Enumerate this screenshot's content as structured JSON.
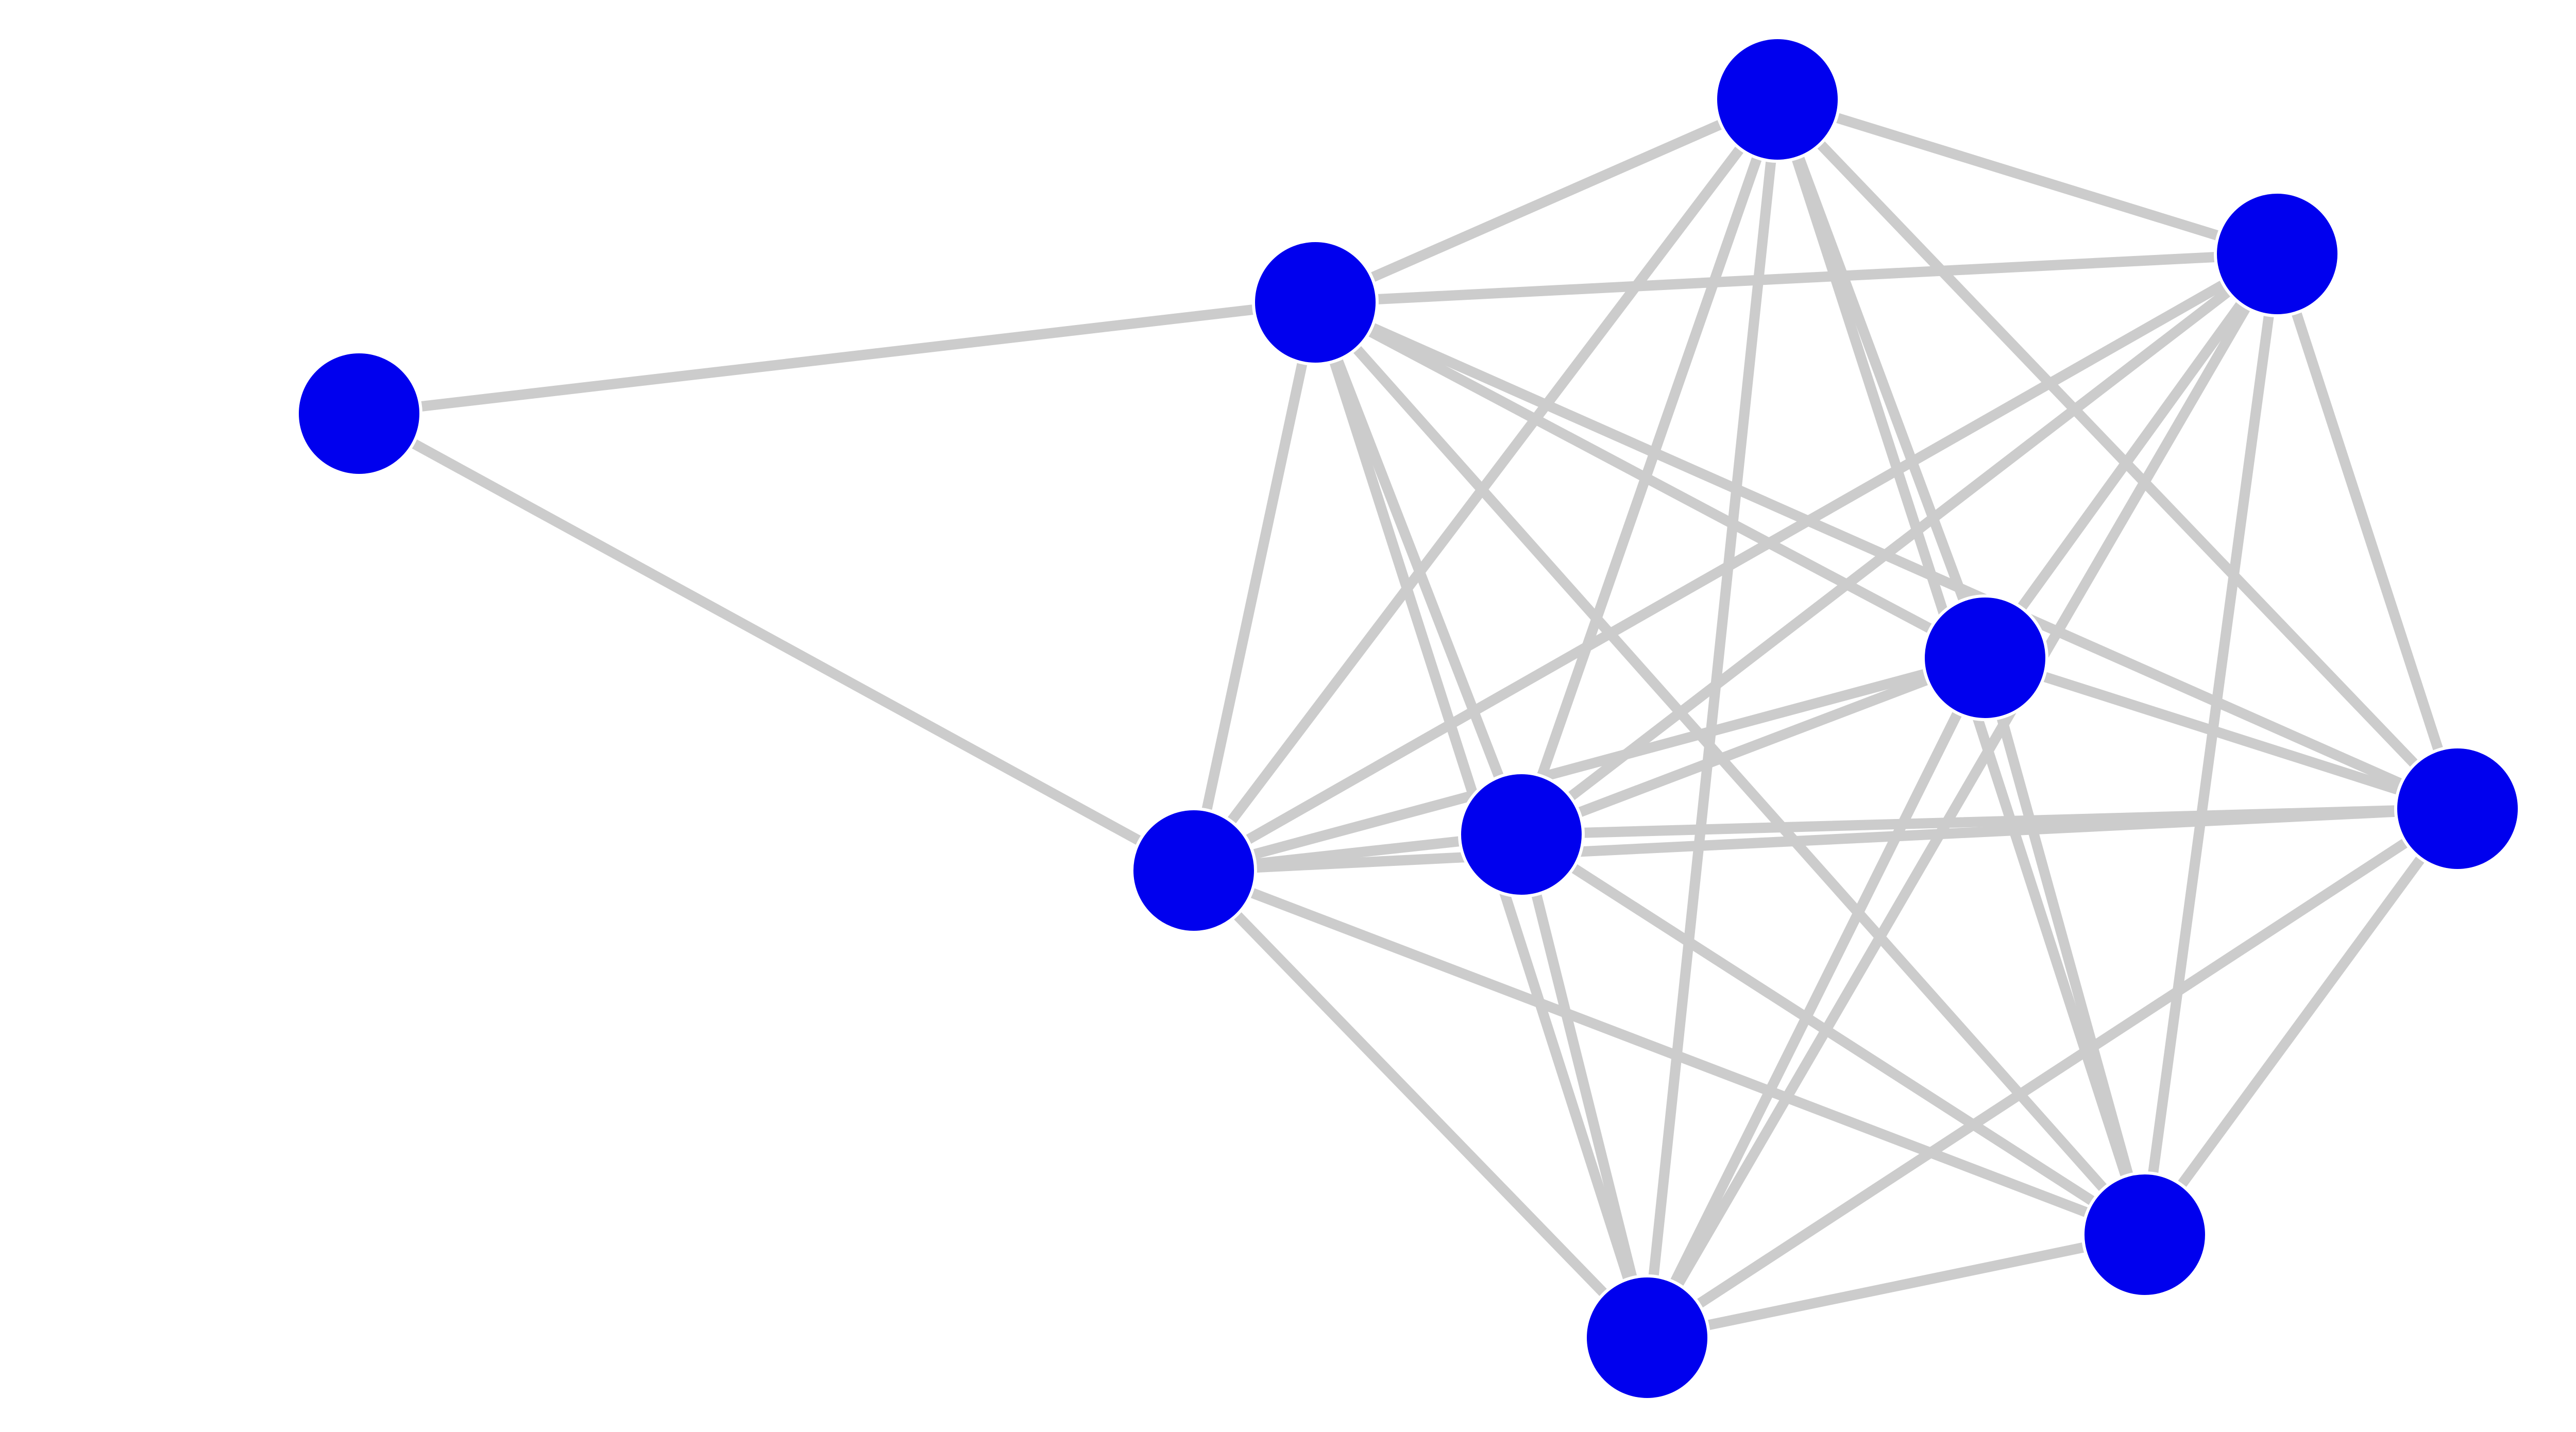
{
  "graph": {
    "node_color": "#0000ee",
    "edge_color": "#cccccc",
    "background": "#ffffff",
    "nodes": [
      {
        "id": "n1"
      },
      {
        "id": "n2"
      },
      {
        "id": "n3"
      },
      {
        "id": "n4"
      },
      {
        "id": "n5"
      },
      {
        "id": "n6"
      },
      {
        "id": "n7"
      },
      {
        "id": "n8"
      },
      {
        "id": "n9"
      },
      {
        "id": "n10"
      }
    ],
    "edges": [
      [
        "n1",
        "n2"
      ],
      [
        "n1",
        "n3"
      ],
      [
        "n2",
        "n3"
      ],
      [
        "n2",
        "n4"
      ],
      [
        "n2",
        "n5"
      ],
      [
        "n2",
        "n6"
      ],
      [
        "n2",
        "n7"
      ],
      [
        "n2",
        "n8"
      ],
      [
        "n2",
        "n9"
      ],
      [
        "n2",
        "n10"
      ],
      [
        "n3",
        "n4"
      ],
      [
        "n3",
        "n5"
      ],
      [
        "n3",
        "n6"
      ],
      [
        "n3",
        "n7"
      ],
      [
        "n3",
        "n8"
      ],
      [
        "n3",
        "n9"
      ],
      [
        "n3",
        "n10"
      ],
      [
        "n4",
        "n5"
      ],
      [
        "n4",
        "n6"
      ],
      [
        "n4",
        "n7"
      ],
      [
        "n4",
        "n8"
      ],
      [
        "n4",
        "n9"
      ],
      [
        "n4",
        "n10"
      ],
      [
        "n5",
        "n6"
      ],
      [
        "n5",
        "n7"
      ],
      [
        "n5",
        "n8"
      ],
      [
        "n5",
        "n9"
      ],
      [
        "n5",
        "n10"
      ],
      [
        "n6",
        "n7"
      ],
      [
        "n6",
        "n8"
      ],
      [
        "n6",
        "n9"
      ],
      [
        "n6",
        "n10"
      ],
      [
        "n7",
        "n8"
      ],
      [
        "n7",
        "n9"
      ],
      [
        "n7",
        "n10"
      ],
      [
        "n8",
        "n9"
      ],
      [
        "n8",
        "n10"
      ],
      [
        "n9",
        "n10"
      ]
    ]
  }
}
